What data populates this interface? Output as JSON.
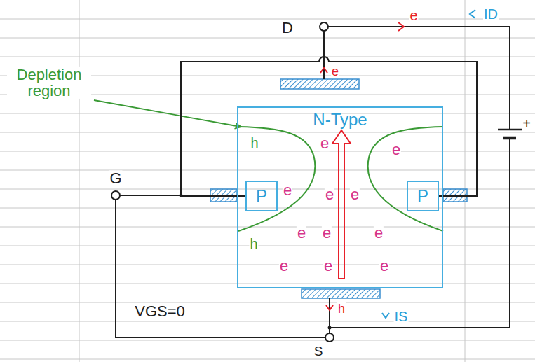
{
  "diagram": {
    "nodes": [
      {
        "text": [
          "N-Type"
        ]
      },
      {
        "text": [
          "P"
        ],
        "in": 0
      },
      {
        "text": [
          "P"
        ],
        "in": 0
      }
    ],
    "edges": [
      {
        "from": 1,
        "to": 2,
        "arrow": "none"
      }
    ],
    "labels": [
      "D",
      "e",
      "ID",
      "e",
      "Depletion region",
      "+",
      "h",
      "e",
      "e",
      "G",
      "e",
      "e",
      "e",
      "h",
      "e",
      "e",
      "e",
      "e",
      "e",
      "e",
      "VGS=0",
      "h",
      "IS",
      "S"
    ]
  }
}
